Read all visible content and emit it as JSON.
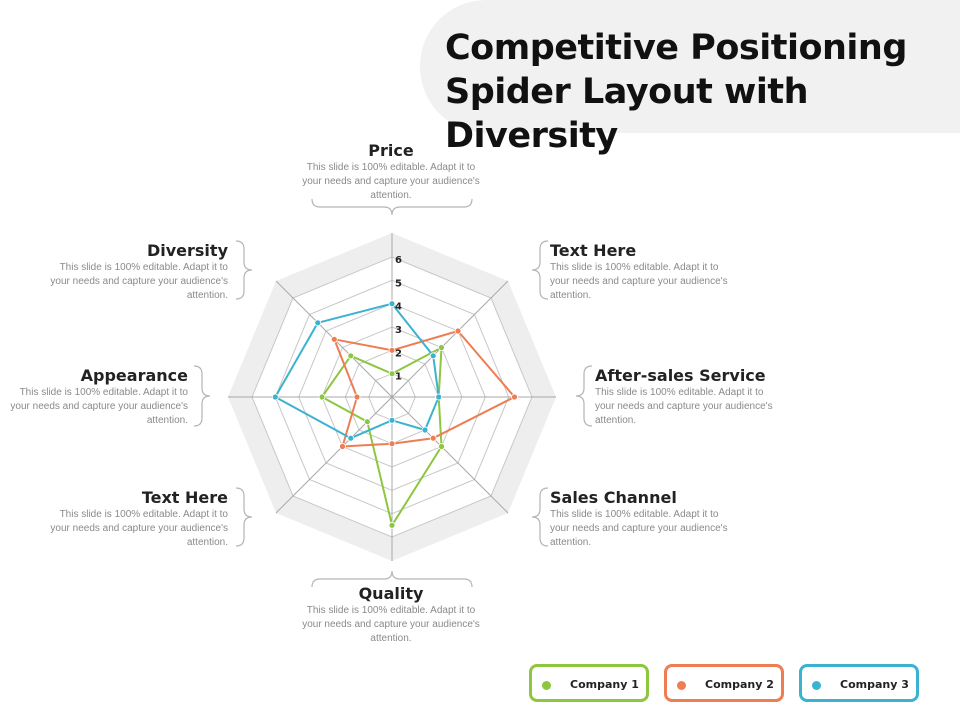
{
  "title": {
    "line1": "Competitive Positioning",
    "line2": "Spider Layout with Diversity"
  },
  "colors": {
    "company1": "#8dc63f",
    "company2": "#ee7d52",
    "company3": "#3bb2d0",
    "grid": "#c8c8c8",
    "band": "#eeeeee",
    "axis": "#a8a8a8"
  },
  "labels": [
    {
      "heading": "Price",
      "text": "This slide is 100% editable. Adapt it to your needs and capture your audience's attention."
    },
    {
      "heading": "Text Here",
      "text": "This slide is 100% editable. Adapt it to your needs and capture your audience's attention."
    },
    {
      "heading": "After-sales Service",
      "text": "This slide is 100% editable. Adapt it to your needs and capture your audience's attention."
    },
    {
      "heading": "Sales Channel",
      "text": "This slide is 100% editable. Adapt it to your needs and capture your audience's attention."
    },
    {
      "heading": "Quality",
      "text": "This slide is 100% editable. Adapt it to your needs and capture your audience's attention."
    },
    {
      "heading": "Text Here",
      "text": "This slide is 100% editable. Adapt it to your needs and capture your audience's attention."
    },
    {
      "heading": "Appearance",
      "text": "This slide is 100% editable. Adapt it to your needs and capture your audience's attention."
    },
    {
      "heading": "Diversity",
      "text": "This slide is 100% editable. Adapt it to your needs and capture your audience's attention."
    }
  ],
  "legend": [
    {
      "name": "Company 1",
      "color": "#8dc63f"
    },
    {
      "name": "Company 2",
      "color": "#ee7d52"
    },
    {
      "name": "Company 3",
      "color": "#3bb2d0"
    }
  ],
  "chart_data": {
    "type": "radar",
    "categories": [
      "Price",
      "Text Here",
      "After-sales Service",
      "Sales Channel",
      "Quality",
      "Text Here",
      "Appearance",
      "Diversity"
    ],
    "ticks": [
      "1",
      "2",
      "3",
      "4",
      "5",
      "6"
    ],
    "rlim": [
      0,
      6
    ],
    "grid": true,
    "series": [
      {
        "name": "Company 1",
        "color": "#8dc63f",
        "values": [
          1,
          3,
          2,
          3,
          5.5,
          1.5,
          3,
          2.5
        ]
      },
      {
        "name": "Company 2",
        "color": "#ee7d52",
        "values": [
          2,
          4,
          5.25,
          2.5,
          2,
          3,
          1.5,
          3.5
        ]
      },
      {
        "name": "Company 3",
        "color": "#3bb2d0",
        "values": [
          4,
          2.5,
          2,
          2,
          1,
          2.5,
          5,
          4.5
        ]
      }
    ]
  }
}
